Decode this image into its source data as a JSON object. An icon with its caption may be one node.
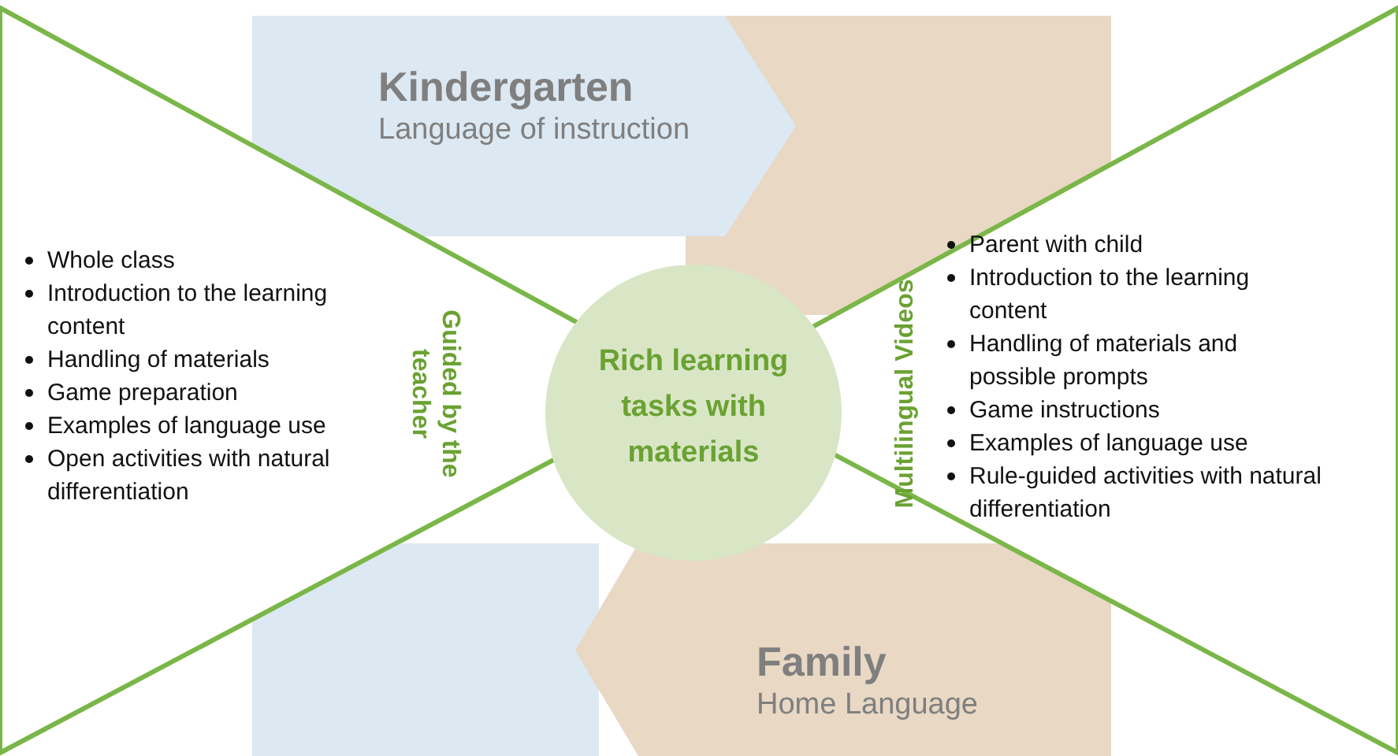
{
  "diagram": {
    "nodes": [
      {
        "text": [
          "Kindergarten",
          "Language of instruction"
        ]
      },
      {
        "text": [
          "Family",
          "Home Language"
        ]
      },
      {
        "text": [
          "Guided by the teacher",
          "Whole class",
          "Introduction to the learning content",
          "Handling of materials",
          "Game preparation",
          "Examples of language use",
          "Open activities with natural differentiation"
        ]
      },
      {
        "text": [
          "Multilingual Videos",
          "Parent with child",
          "Introduction to the learning content",
          "Handling of materials and possible prompts",
          "Game instructions",
          "Examples of language use",
          "Rule-guided activities with natural differentiation"
        ]
      },
      {
        "text": [
          "Rich learning tasks with materials"
        ]
      }
    ]
  }
}
